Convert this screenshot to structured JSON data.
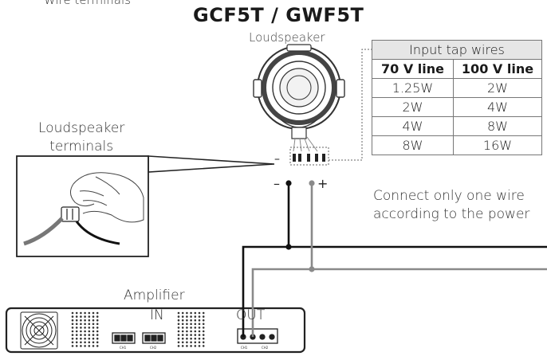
{
  "header": {
    "top_cut_text": "Wire terminals",
    "model": "GCF5T / GWF5T"
  },
  "labels": {
    "loudspeaker": "Loudspeaker",
    "terminals_line1": "Loudspeaker",
    "terminals_line2": "terminals",
    "amplifier": "Amplifier",
    "in": "IN",
    "out": "OUT",
    "minus": "–",
    "plus": "+",
    "minus_small": "–",
    "ch1": "CH1",
    "ch2": "CH2"
  },
  "table": {
    "title": "Input tap wires",
    "columns": [
      "70 V line",
      "100 V line"
    ],
    "rows": [
      [
        "1.25W",
        "2W"
      ],
      [
        "2W",
        "4W"
      ],
      [
        "4W",
        "8W"
      ],
      [
        "8W",
        "16W"
      ]
    ]
  },
  "note": {
    "line1": "Connect only one wire",
    "line2": "according to the power"
  },
  "colors": {
    "wire_black": "#111111",
    "wire_gray": "#8a8a8a",
    "outline": "#222222"
  }
}
